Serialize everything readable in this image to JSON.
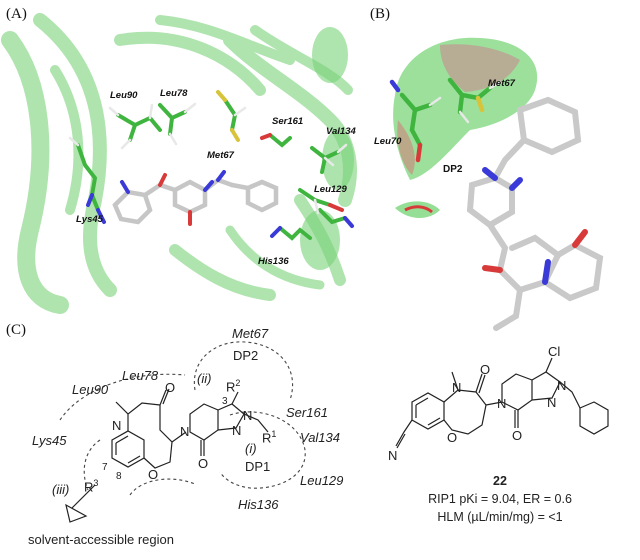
{
  "panels": {
    "a": "(A)",
    "b": "(B)",
    "c": "(C)"
  },
  "panel_a_residues": {
    "leu90": "Leu90",
    "leu78": "Leu78",
    "ser161": "Ser161",
    "val134": "Val134",
    "met67": "Met67",
    "leu129": "Leu129",
    "lys45": "Lys45",
    "his136": "His136"
  },
  "panel_b_labels": {
    "met67": "Met67",
    "leu70": "Leu70",
    "dp2": "DP2"
  },
  "panel_c_scheme": {
    "met67": "Met67",
    "dp2": "DP2",
    "leu78": "Leu78",
    "leu90": "Leu90",
    "ii": "(ii)",
    "r2": "R",
    "r2_sup": "2",
    "pos3": "3",
    "ser161": "Ser161",
    "lys45": "Lys45",
    "val134": "Val134",
    "i": "(i)",
    "r1": "R",
    "r1_sup": "1",
    "dp1": "DP1",
    "leu129": "Leu129",
    "iii": "(iii)",
    "r3": "R",
    "r3_sup": "3",
    "pos7": "7",
    "pos8": "8",
    "his136": "His136",
    "solvent": "solvent-accessible region",
    "o1": "O",
    "o2": "O",
    "o3": "O",
    "n1": "N",
    "n2": "N",
    "n3": "N",
    "n4": "N"
  },
  "compound": {
    "number": "22",
    "line1": "RIP1 pKi = 9.04, ER = 0.6",
    "line2": "HLM (µL/min/mg) = <1",
    "cl": "Cl",
    "o1": "O",
    "o2": "O",
    "o3": "O",
    "n1": "N",
    "n2": "N",
    "n3": "N",
    "n4": "N",
    "n_cn": "N"
  },
  "colors": {
    "ribbon": "#7fd77f",
    "carbon_green": "#3fb53f",
    "carbon_grey": "#c8c8c8",
    "nitrogen": "#3a3ad8",
    "oxygen": "#d83a3a",
    "sulfur": "#d8c43a"
  }
}
